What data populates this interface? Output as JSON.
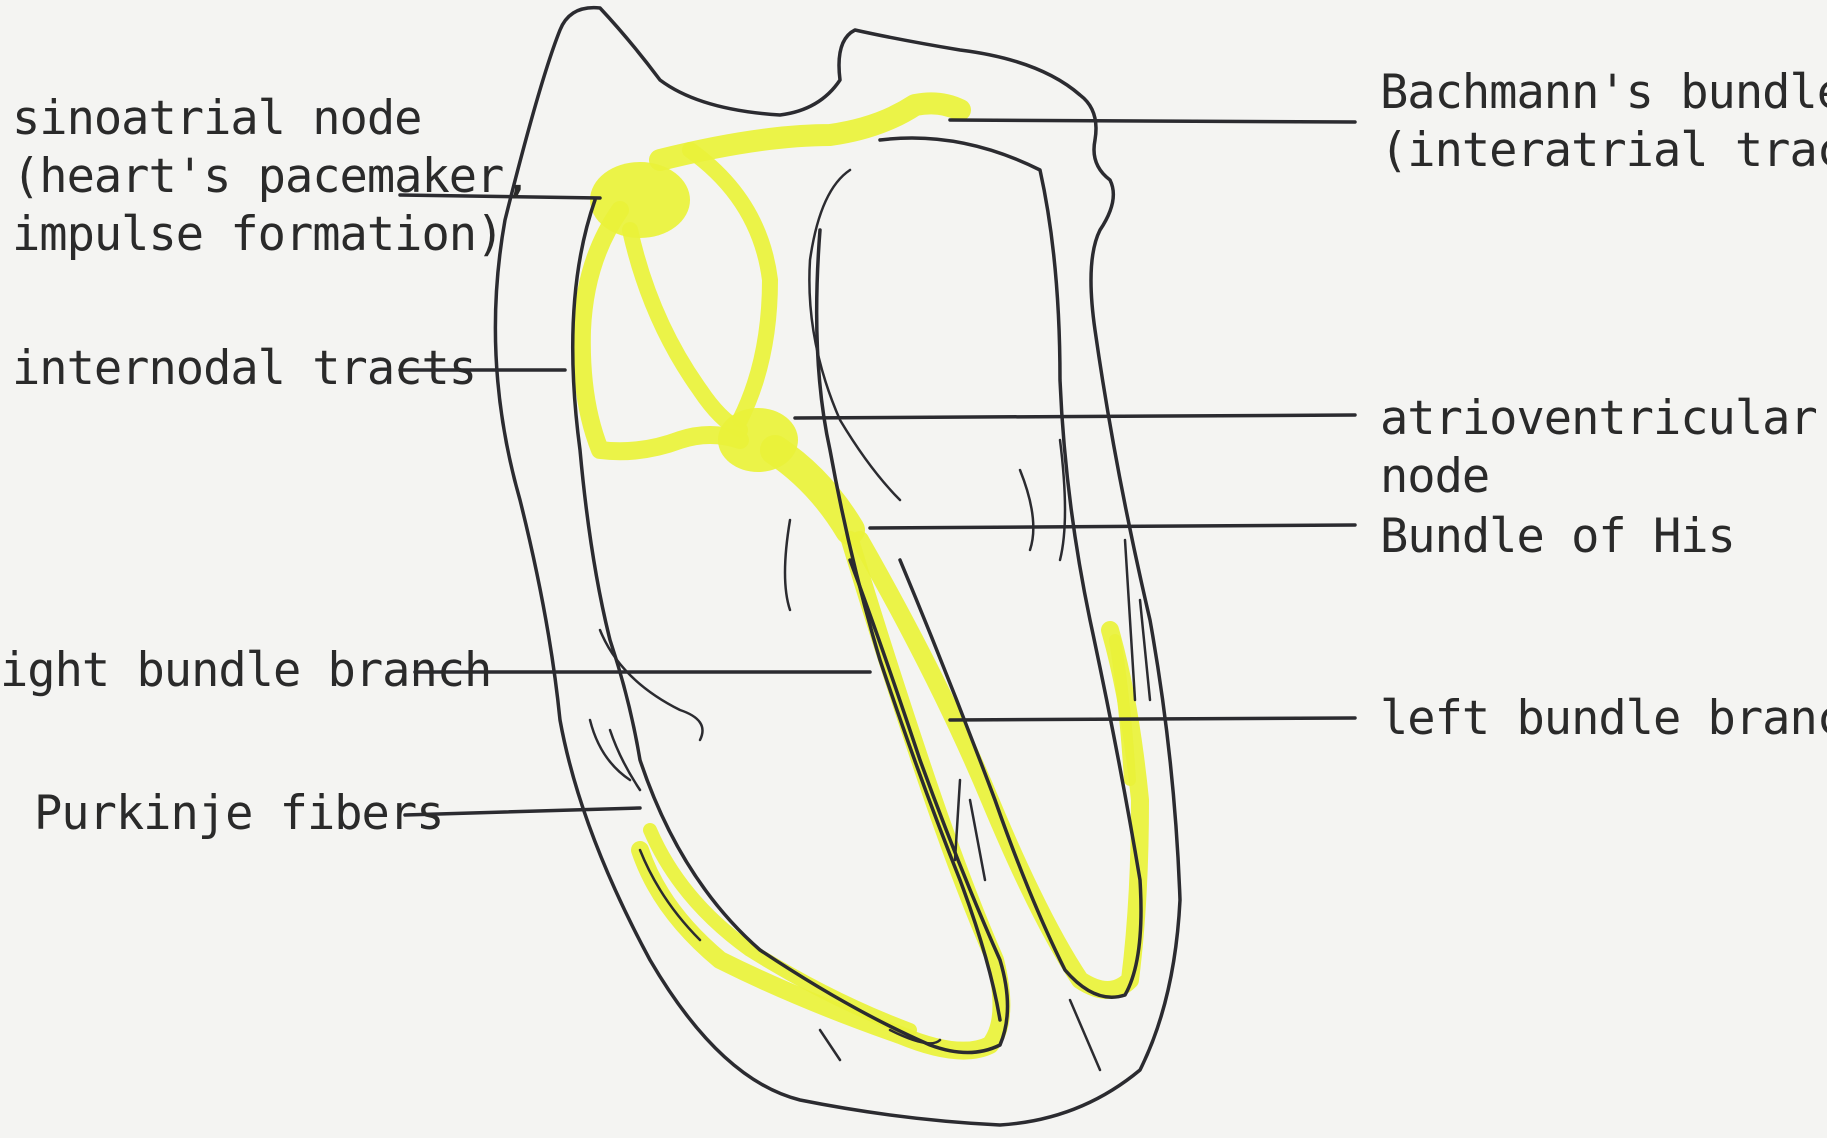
{
  "labels": {
    "sinoatrial_node": [
      "sinoatrial node",
      "(heart's pacemaker,",
      "impulse formation)"
    ],
    "internodal_tracts": "internodal tracts",
    "right_bundle_branch": "ight bundle branch",
    "purkinje_fibers": "Purkinje fibers",
    "bachmanns_bundle": [
      "Bachmann's bundle",
      "(interatrial tract)"
    ],
    "atrioventricular_node": [
      "atrioventricular",
      "node"
    ],
    "bundle_of_his": "Bundle of His",
    "left_bundle_branch": "left bundle branch"
  },
  "colors": {
    "ink": "#2b2b30",
    "conduction_highlight": "#e9f23a",
    "paper": "#f4f4f2"
  }
}
